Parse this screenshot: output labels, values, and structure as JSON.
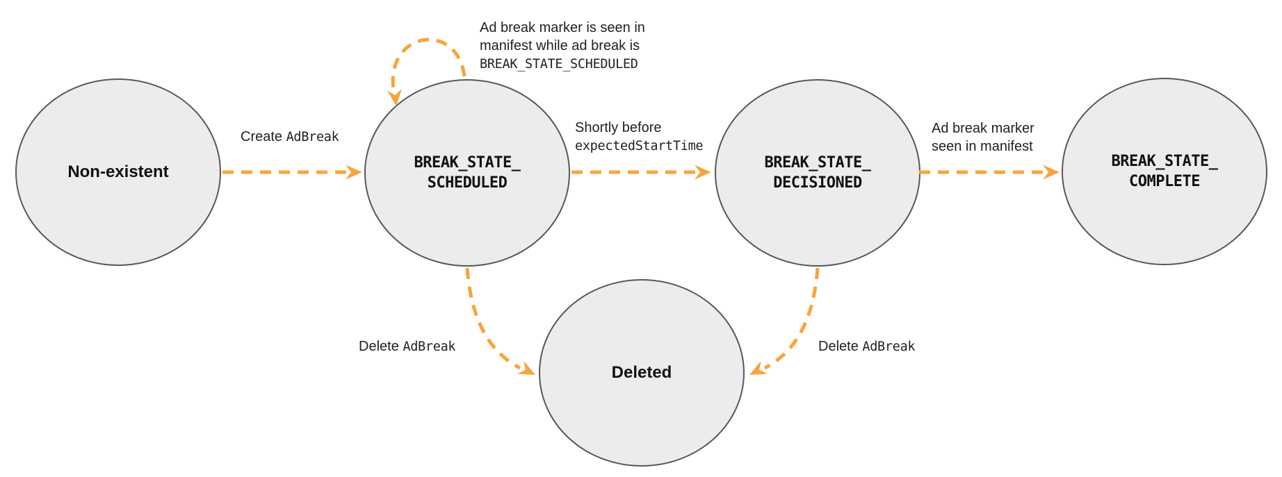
{
  "diagram": {
    "description": "Ad break state machine diagram",
    "colors": {
      "arrow": "#f8a43d",
      "node_fill": "#ececec",
      "node_border": "#58585a",
      "text": "#202124"
    },
    "states": [
      {
        "id": "non-existent",
        "label": "Non-existent"
      },
      {
        "id": "break-state-scheduled",
        "label": "BREAK_STATE_\nSCHEDULED"
      },
      {
        "id": "break-state-decisioned",
        "label": "BREAK_STATE_\nDECISIONED"
      },
      {
        "id": "break-state-complete",
        "label": "BREAK_STATE_\nCOMPLETE"
      },
      {
        "id": "deleted",
        "label": "Deleted"
      }
    ],
    "transitions": [
      {
        "from": "non-existent",
        "to": "break-state-scheduled",
        "label_parts": [
          {
            "text": "Create ",
            "mono": false
          },
          {
            "text": "AdBreak",
            "mono": true
          }
        ]
      },
      {
        "from": "break-state-scheduled",
        "to": "break-state-scheduled",
        "label_parts": [
          {
            "text": "Ad break marker is seen in\nmanifest while ad break is\n",
            "mono": false
          },
          {
            "text": "BREAK_STATE_SCHEDULED",
            "mono": true
          }
        ]
      },
      {
        "from": "break-state-scheduled",
        "to": "break-state-decisioned",
        "label_parts": [
          {
            "text": "Shortly before\n",
            "mono": false
          },
          {
            "text": "expectedStartTime",
            "mono": true
          }
        ]
      },
      {
        "from": "break-state-decisioned",
        "to": "break-state-complete",
        "label_parts": [
          {
            "text": "Ad break marker\nseen in manifest",
            "mono": false
          }
        ]
      },
      {
        "from": "break-state-scheduled",
        "to": "deleted",
        "label_parts": [
          {
            "text": "Delete ",
            "mono": false
          },
          {
            "text": "AdBreak",
            "mono": true
          }
        ]
      },
      {
        "from": "break-state-decisioned",
        "to": "deleted",
        "label_parts": [
          {
            "text": "Delete ",
            "mono": false
          },
          {
            "text": "AdBreak",
            "mono": true
          }
        ]
      }
    ]
  }
}
